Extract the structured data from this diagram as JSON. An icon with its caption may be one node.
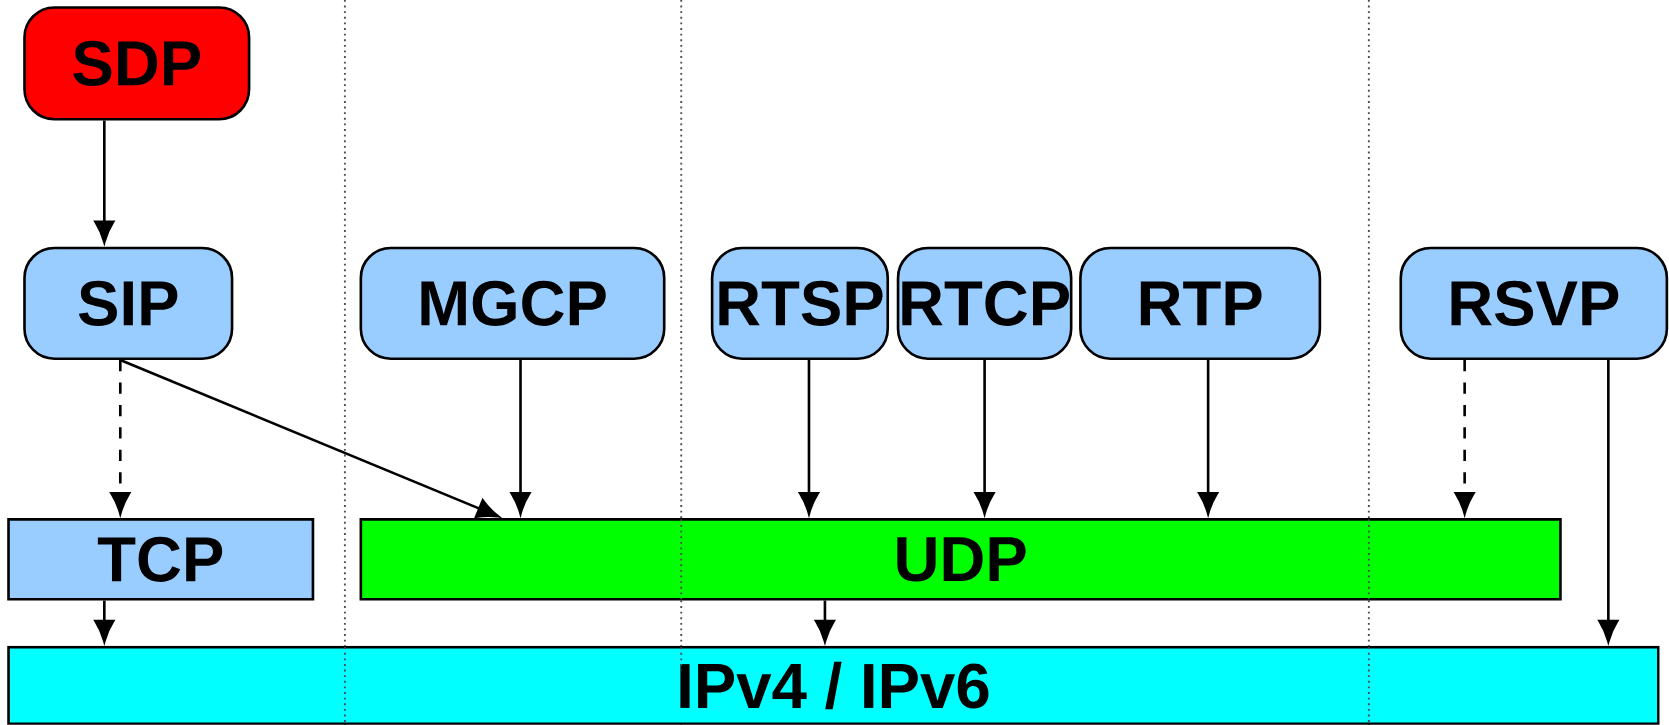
{
  "diagram": {
    "nodes": [
      {
        "text": [
          "SDP"
        ]
      },
      {
        "text": [
          "SIP"
        ]
      },
      {
        "text": [
          "MGCP"
        ]
      },
      {
        "text": [
          "RTSP"
        ]
      },
      {
        "text": [
          "RTCP"
        ]
      },
      {
        "text": [
          "RTP"
        ]
      },
      {
        "text": [
          "RSVP"
        ]
      },
      {
        "text": [
          "TCP"
        ]
      },
      {
        "text": [
          "UDP"
        ]
      },
      {
        "text": [
          "IPv4 / IPv6"
        ]
      }
    ],
    "edges": [
      {
        "from": 0,
        "to": 1,
        "arrow": "to"
      },
      {
        "from": 1,
        "to": 7,
        "arrow": "to",
        "style": "dashed"
      },
      {
        "from": 1,
        "to": 8,
        "arrow": "to"
      },
      {
        "from": 2,
        "to": 8,
        "arrow": "to"
      },
      {
        "from": 3,
        "to": 8,
        "arrow": "to"
      },
      {
        "from": 4,
        "to": 8,
        "arrow": "to"
      },
      {
        "from": 5,
        "to": 8,
        "arrow": "to"
      },
      {
        "from": 6,
        "to": 8,
        "arrow": "to",
        "style": "dashed"
      },
      {
        "from": 6,
        "to": 9,
        "arrow": "to"
      },
      {
        "from": 7,
        "to": 9,
        "arrow": "to"
      },
      {
        "from": 8,
        "to": 9,
        "arrow": "to"
      }
    ]
  }
}
